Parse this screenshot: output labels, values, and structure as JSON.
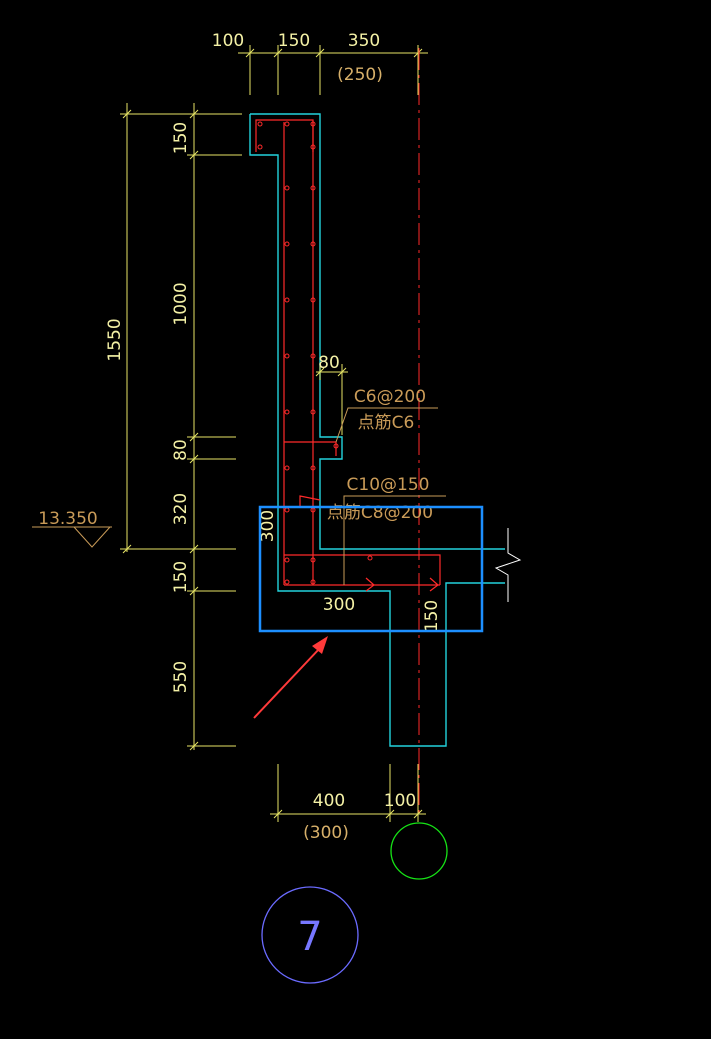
{
  "colors": {
    "background": "#000000",
    "dimension": "#e7e566",
    "outline": "#22d3dd",
    "rebar": "#ff2a2a",
    "axis_line": "#ff2a2a",
    "annotation": "#c99b58",
    "highlight": "#1d8fff",
    "arrow": "#ff3a3a",
    "axis_bubble_small": "#16e316",
    "axis_bubble_label": "#6b6bff"
  },
  "top_dims": [
    "100",
    "150",
    "350"
  ],
  "top_dim_alt": "(250)",
  "left_dims": {
    "total": "1550",
    "d150a": "150",
    "d1000": "1000",
    "d80": "80",
    "d320": "320",
    "d150b": "150",
    "d550": "550"
  },
  "level": "13.350",
  "inner_dims": {
    "d80": "80",
    "d300v": "300",
    "d300h": "300",
    "d150": "150"
  },
  "annotations": {
    "rebar1_line1": "C6@200",
    "rebar1_line2": "点筋C6",
    "rebar2_line1": "C10@150",
    "rebar2_line2": "点筋C8@200"
  },
  "bottom_dims": [
    "400",
    "100"
  ],
  "bottom_dim_alt": "(300)",
  "axis_label": "7",
  "icons": {
    "level_marker": "level-triangle-icon",
    "break_line": "break-line-icon",
    "arrow": "red-arrow-icon"
  }
}
